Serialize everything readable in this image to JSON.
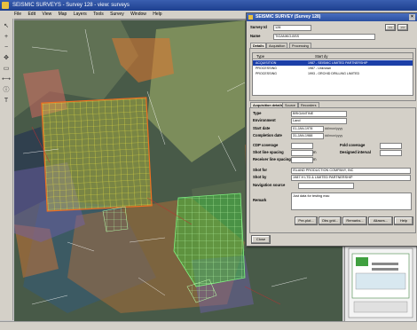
{
  "app": {
    "title": "SEISMIC SURVEYS - Survey 128 - view: surveys",
    "menu": [
      "File",
      "Edit",
      "View",
      "Map",
      "Layers",
      "Tools",
      "Survey",
      "Window",
      "Help"
    ]
  },
  "toolbar": {
    "tools": [
      "pointer-icon",
      "zoom-in-icon",
      "zoom-out-icon",
      "pan-icon",
      "select-icon",
      "measure-icon",
      "info-icon",
      "text-icon"
    ],
    "glyphs": [
      "↖",
      "+",
      "−",
      "✥",
      "▭",
      "⟷",
      "ⓘ",
      "T"
    ]
  },
  "dialog": {
    "title": "SEISMIC SURVEY (Survey 128)",
    "survey_no_label": "Survey Id",
    "survey_no": "128",
    "name_label": "Name",
    "name": "TIGANIKO-BSS",
    "tabs": [
      "Details",
      "Acquisition",
      "Processing"
    ],
    "list_headers": [
      "Type",
      "Start dy"
    ],
    "list_rows": [
      {
        "a": "ACQUISITION",
        "b": "1987 - SEISMIC LIMITED PARTNERSHIP",
        "selected": true
      },
      {
        "a": "PROCESSING",
        "b": "1987 - Unknown"
      },
      {
        "a": "PROCESSING",
        "b": "1993 - ORCHID DRILLING LIMITED"
      }
    ],
    "sub_tabs": [
      "Acquisition details",
      "Source",
      "Recorders"
    ],
    "fields": {
      "type_label": "Type",
      "type": "BRIGANTINE",
      "environment_label": "Environment",
      "environment": "Land",
      "start_label": "Start date",
      "start": "01-JAN-1978",
      "start_hint": "dd/mon/yyyy",
      "completion_label": "Completion date",
      "completion": "31-JAN-1988",
      "completion_hint": "dd/mon/yyyy",
      "cdp_label": "CDP coverage",
      "cdp": "",
      "fold_label": "Fold coverage",
      "fold": "",
      "shot_spacing_label": "Shot line spacing",
      "shot_spacing": "",
      "shot_unit": "m",
      "designed_label": "Designed interval",
      "designed": "",
      "receiver_spacing_label": "Receiver line spacing",
      "receiver_spacing": "",
      "receiver_unit": "m",
      "shot_for_label": "Shot for",
      "shot_for": "ISLAND PRODUCTION COMPANY, INC",
      "shot_by_label": "Shot by",
      "shot_by": "1987 H LTD & LIMITED PARTNERSHIP",
      "nav_label": "Navigation source",
      "nav": "",
      "remark_label": "Remark",
      "remark": "Just data for testing mac"
    },
    "buttons": [
      "Pre-plot...",
      "Obs grid...",
      "Remarks...",
      "Aliases...",
      "Help"
    ],
    "close_label": "Close"
  },
  "colors": {
    "dialog_bg": "#d4d0c8",
    "selected": "#1c3fa8",
    "grid_yellow": "#e8e040",
    "grid_green": "#50d050",
    "polygon_orange": "#e07830"
  }
}
